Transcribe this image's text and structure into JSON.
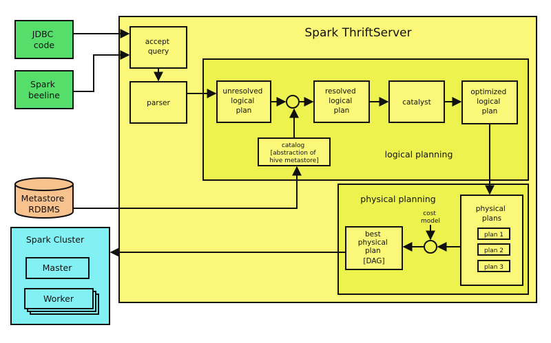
{
  "colors": {
    "server_fill": "#fbf779",
    "planning_fill": "#eef24f",
    "client_fill": "#56de6a",
    "metastore_fill": "#f8c28e",
    "cluster_fill": "#83f0f4",
    "line": "#111111"
  },
  "clients": {
    "jdbc": [
      "JDBC",
      "code"
    ],
    "beeline": [
      "Spark",
      "beeline"
    ]
  },
  "metastore": [
    "Metastore",
    "RDBMS"
  ],
  "server": {
    "title": "Spark  ThriftServer",
    "accept_query": [
      "accept",
      "query"
    ],
    "parser": "parser"
  },
  "logical_planning": {
    "label": "logical  planning",
    "unresolved": [
      "unresolved",
      "logical",
      "plan"
    ],
    "resolved": [
      "resolved",
      "logical",
      "plan"
    ],
    "catalyst": "catalyst",
    "optimized": [
      "optimized",
      "logical",
      "plan"
    ],
    "catalog": [
      "catalog",
      "[abstraction of",
      "hive metastore]"
    ]
  },
  "physical_planning": {
    "label": "physical  planning",
    "cost_model": [
      "cost",
      "model"
    ],
    "best_plan": [
      "best",
      "physical",
      "plan",
      "[DAG]"
    ],
    "physical_plans": [
      "physical",
      "plans"
    ],
    "plans": [
      "plan 1",
      "plan 2",
      "plan 3"
    ]
  },
  "cluster": {
    "title": "Spark Cluster",
    "master": "Master",
    "worker": "Worker"
  }
}
